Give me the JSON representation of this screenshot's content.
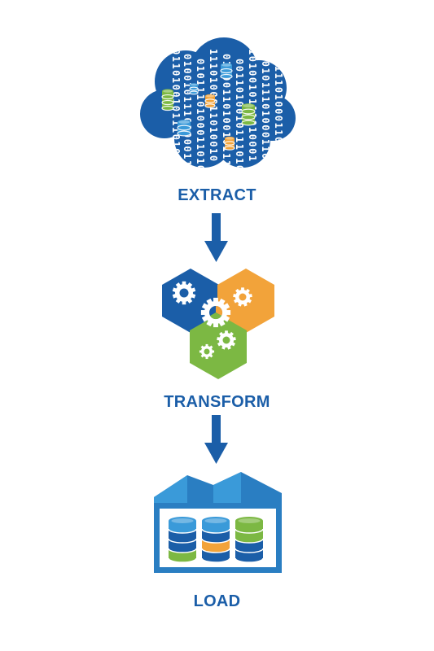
{
  "steps": [
    {
      "id": "extract",
      "label": "EXTRACT"
    },
    {
      "id": "transform",
      "label": "TRANSFORM"
    },
    {
      "id": "load",
      "label": "LOAD"
    }
  ],
  "binary_digits": [
    "0",
    "1"
  ],
  "icons": {
    "extract": "cloud-data-icon",
    "transform": "gears-hexagon-icon",
    "load": "warehouse-database-icon",
    "arrow": "arrow-down-icon"
  },
  "colors": {
    "blue_dark": "#1b5ea8",
    "blue_mid": "#2a7ec2",
    "blue_light": "#3a9ad9",
    "orange": "#f2a33a",
    "green": "#7cb843",
    "label": "#1b5ea8",
    "white": "#ffffff"
  }
}
